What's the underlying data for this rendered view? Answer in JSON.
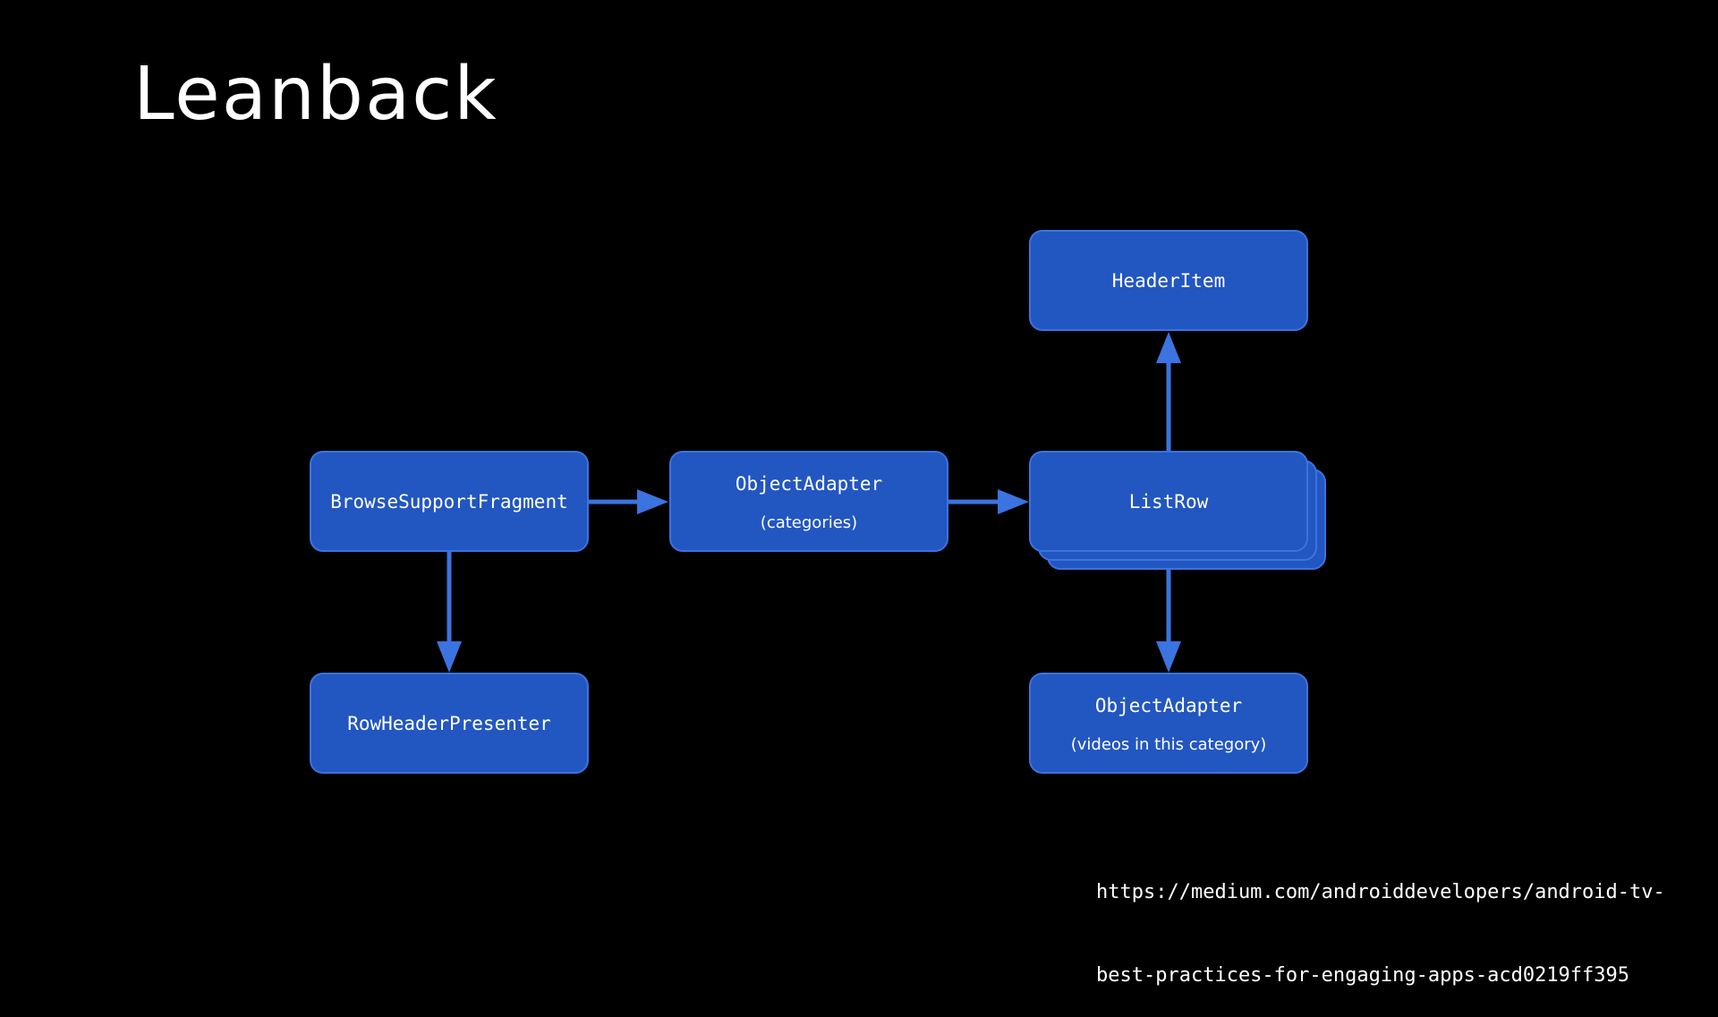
{
  "slide": {
    "title": "Leanback",
    "url_line_1": "https://medium.com/androiddevelopers/android-tv-",
    "url_line_2": "best-practices-for-engaging-apps-acd0219ff395"
  },
  "diagram": {
    "nodes": {
      "browse_support_fragment": {
        "label": "BrowseSupportFragment"
      },
      "object_adapter_categories": {
        "label": "ObjectAdapter",
        "sublabel": "(categories)"
      },
      "list_row": {
        "label": "ListRow"
      },
      "header_item": {
        "label": "HeaderItem"
      },
      "row_header_presenter": {
        "label": "RowHeaderPresenter"
      },
      "object_adapter_videos": {
        "label": "ObjectAdapter",
        "sublabel": "(videos in this category)"
      }
    }
  },
  "colors": {
    "background": "#000000",
    "node_fill": "#2256c1",
    "node_stroke": "#3b73e0",
    "arrow": "#3b73e0",
    "text": "#ffffff"
  }
}
